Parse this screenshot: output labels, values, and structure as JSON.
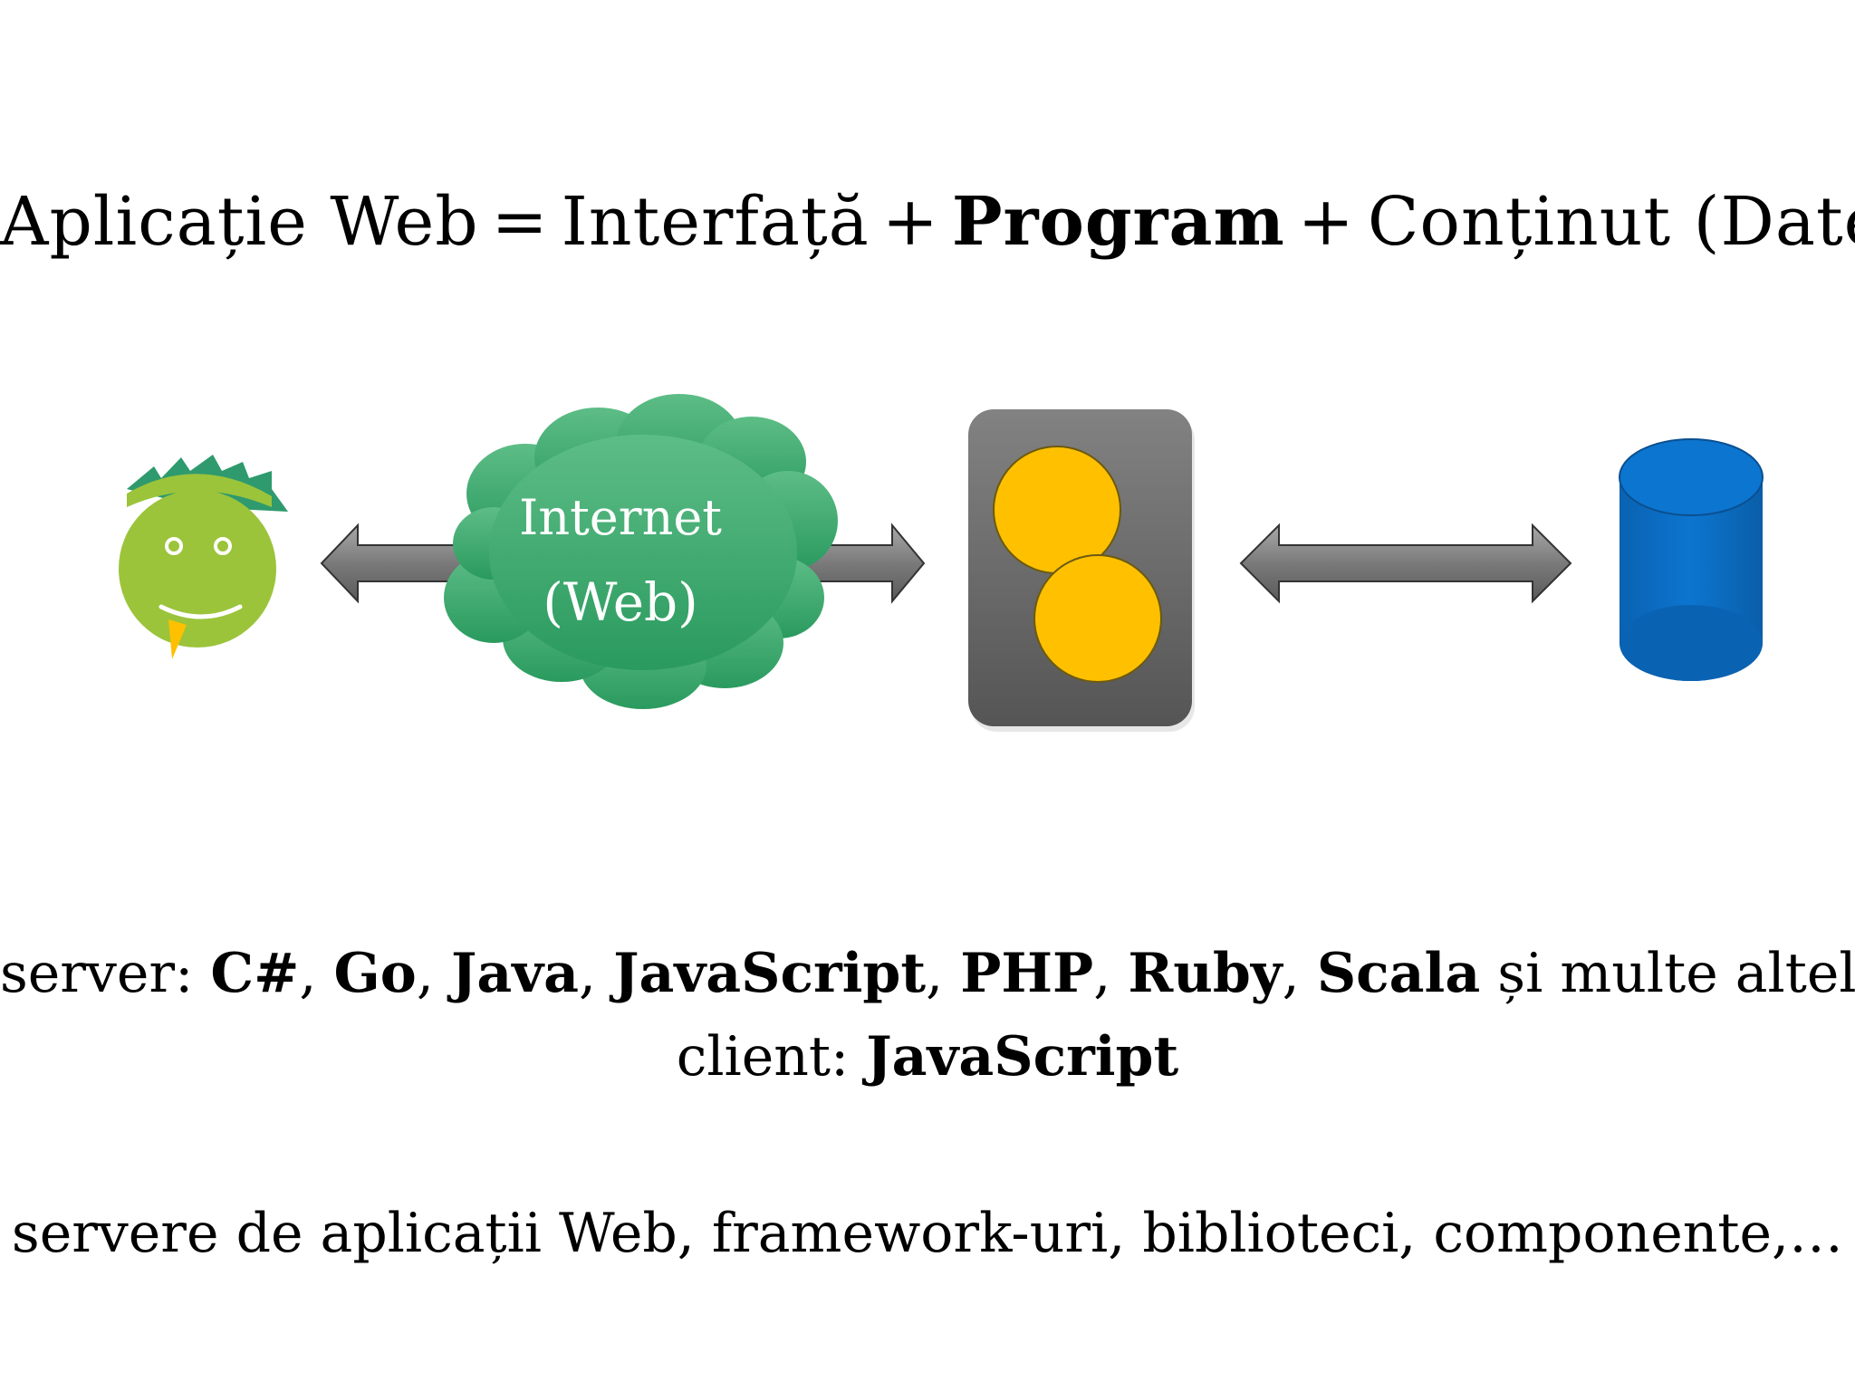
{
  "title": {
    "part1": "Aplicație Web",
    "eq": "=",
    "part2": "Interfață",
    "plus1": "+",
    "part3": "Program",
    "plus2": "+",
    "part4": "Conținut (Date)"
  },
  "diagram": {
    "cloud_line1": "Internet",
    "cloud_line2": "(Web)",
    "colors": {
      "face": "#9bc43b",
      "hair": "#2e9a6e",
      "cloud": "#3aa86b",
      "server_box": "#6b6b6b",
      "server_circles": "#ffc000",
      "database": "#0b6fc4",
      "arrows": "#7a7a7a"
    }
  },
  "server_line": {
    "prefix": "server: ",
    "langs": [
      "C#",
      "Go",
      "Java",
      "JavaScript",
      "PHP",
      "Ruby",
      "Scala"
    ],
    "suffix": " și multe altele"
  },
  "client_line": {
    "prefix": "client: ",
    "lang": "JavaScript"
  },
  "bottom_line": "servere de aplicații Web, framework-uri, biblioteci, componente,…"
}
